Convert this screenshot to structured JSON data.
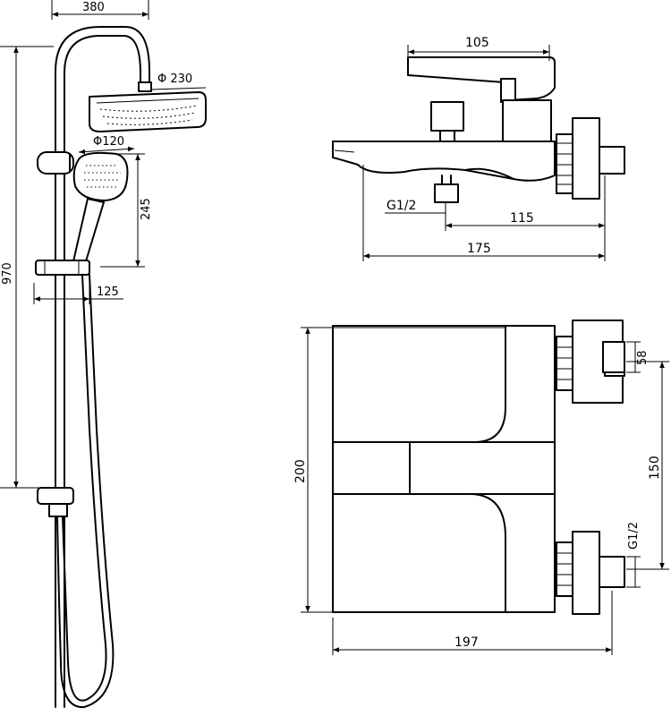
{
  "dimensions": {
    "top_width": "380",
    "total_height": "970",
    "head_diameter": "Φ 230",
    "hand_diameter": "Φ120",
    "hand_height": "245",
    "hand_offset": "125",
    "faucet_lever_length": "105",
    "inlet_thread_front": "G1/2",
    "inlet_to_spout": "115",
    "front_total_length": "175",
    "top_height": "200",
    "top_total_length": "197",
    "inlet_spacing": "150",
    "inlet_size": "58",
    "inlet_thread_top": "G1/2"
  }
}
